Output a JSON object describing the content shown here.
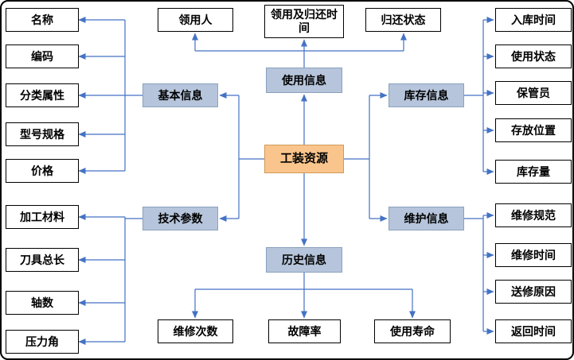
{
  "diagram": {
    "root": "工装资源",
    "branches": {
      "basic_info": "基本信息",
      "usage_info": "使用信息",
      "inventory_info": "库存信息",
      "tech_params": "技术参数",
      "history_info": "历史信息",
      "maintenance_info": "维护信息"
    },
    "leaves": {
      "name": "名称",
      "code": "编码",
      "category": "分类属性",
      "model_spec": "型号规格",
      "price": "价格",
      "material": "加工材料",
      "tool_length": "刀具总长",
      "axis_count": "轴数",
      "pressure_angle": "压力角",
      "recipient": "领用人",
      "borrow_return_time": "领用及归还时间",
      "return_status": "归还状态",
      "inbound_time": "入库时间",
      "usage_status": "使用状态",
      "custodian": "保管员",
      "storage_location": "存放位置",
      "stock_quantity": "库存量",
      "repair_spec": "维修规范",
      "repair_time": "维修时间",
      "repair_reason": "送修原因",
      "return_time": "返回时间",
      "repair_count": "维修次数",
      "failure_rate": "故障率",
      "service_life": "使用寿命"
    }
  },
  "colors": {
    "line": "#4472c4",
    "branch_fill": "#b6c5db",
    "branch_border": "#8ba1bd",
    "center_fill": "#fac58c",
    "center_border": "#d09a58",
    "leaf_fill": "#ffffff",
    "border": "#000000",
    "text": "#000000"
  }
}
